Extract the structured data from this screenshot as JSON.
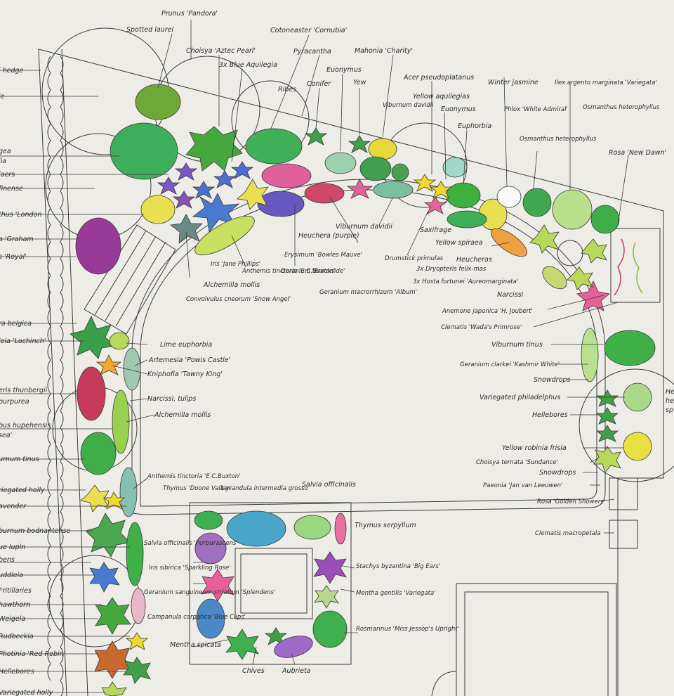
{
  "labels": {
    "hedge": "i hedge",
    "le": "le",
    "spotted_laurel": "Spotted laurel",
    "prunus": "Prunus 'Pandora'",
    "choisya_aztec": "Choisya 'Aztec Pearl'",
    "blue_aquilegia": "3x Blue Aquilegia",
    "cotoneaster": "Cotoneaster 'Cornubia'",
    "pyracantha": "Pyracantha",
    "mahonia": "Mahonia 'Charity'",
    "ribes": "Ribes",
    "conifer": "Conifer",
    "euonymus_top": "Euonymus",
    "yew": "Yew",
    "acer": "Acer pseudoplatanus",
    "yellow_aquilegias": "Yellow aquilegias",
    "euonymus_2": "Euonymus",
    "euphorbia": "Euphorbia",
    "viburnum_davidii_top": "Viburnum davidii",
    "winter_jasmine": "Winter jasmine",
    "phlox": "Phlox 'White Admiral'",
    "ilex": "Ilex argento marginata 'Variegata'",
    "osmanthus_1": "Osmanthus heterophyllus",
    "osmanthus_2": "Osmanthus heterophyllus",
    "rosa_newdawn": "Rosa 'New Dawn'",
    "laurus_cut": "gea",
    "la": "lia",
    "laers": "laers",
    "finense": "finense",
    "thus_london": "thus 'London",
    "graham": "a 'Graham",
    "royal": "s 'Royal'",
    "anthemis_1": "Anthemis tinctoria 'E.C.Buxton'",
    "erysimum": "Erysimum 'Bowles Mauve'",
    "heuchera_purple": "Heuchera (purple)",
    "viburnum_davidii_2": "Viburnum davidii",
    "saxifrage": "Saxifrage",
    "yellow_spiraea": "Yellow spiraea",
    "drumstick": "Drumstick primulas",
    "heucheras": "Heucheras",
    "dryopteris": "3x Dryopteris felix-mas",
    "hosta": "3x Hosta fortunei 'Aureomarginata'",
    "narcissi_1": "Narcissi",
    "iris_jane": "Iris 'Jane Phillips'",
    "geranium_brookside": "Geranium 'Brookside'",
    "alchemilla_1": "Alchemilla mollis",
    "convolvulus": "Convolvulus cneorum 'Snow Angel'",
    "geranium_macro": "Geranium macrorrhizum 'Album'",
    "anemone": "Anemone japonica 'H. Joubert'",
    "clematis_wada": "Clematis 'Wada's Primrose'",
    "viburnum_tinus_r": "Viburnum tinus",
    "geranium_clarkei": "Geranium clarkei 'Kashmir White'",
    "snowdrops_1": "Snowdrops",
    "variegated_philadelphus": "Variegated philadelphus",
    "hellebores_r": "Hellebores",
    "robinia": "Yellow robinia frisia",
    "choisya_sundance": "Choisya ternata 'Sundance'",
    "snowdrops_2": "Snowdrops",
    "paeonia": "Paeonia 'Jan van Leeuwen'",
    "rosa_golden": "Rosa 'Golden Showers'",
    "clematis_macro": "Clematis macropetala",
    "he_cut": "He",
    "he2_cut": "he",
    "sp_cut": "sp",
    "belgica": "ra belgica",
    "lochinch": "leia 'Lochinch'",
    "lime_euphorbia": "Lime euphorbia",
    "artemesia": "Artemesia 'Powis Castle'",
    "kniphofia": "Kniphofia 'Tawny King'",
    "berberis": "eris thunbergii",
    "purpurea": "purpurea",
    "narcissi_tulips": "Narcissi, tulips",
    "alchemilla_2": "Alchemilla mollis",
    "hupehensis": "bus hupehensis",
    "sea": "sea'",
    "urnum_tinus": "urnum tinus",
    "anthemis_2": "Anthemis tinctoria 'E.C.Buxton'",
    "holly": "riegated holly",
    "lavender": "avender",
    "bodnantense": "burnum bodnantense",
    "ue_lupin": "ue lupin",
    "bens": "bens",
    "uddleia": "uddleia",
    "fritillaries": "Fritillaries",
    "hawthorn": "hawthorn",
    "weigela": "Weigela",
    "rudbeckia": "Rudbeckia",
    "photinia": "Photinia 'Red Robin'",
    "hellebores_l": "Hellebores",
    "variegated_holly_b": "Variegated holly",
    "thymus_doone": "Thymus 'Doone Valley'",
    "lavandula": "Lavandula intermedia grosso",
    "salvia_off": "Salvia officinalis",
    "thymus_serp": "Thymus serpyllum",
    "salvia_purp": "Salvia officinalis 'Purpurascens'",
    "iris_sibirica": "Iris sibirica 'Sparkling Rose'",
    "geranium_sang": "Geranium sanguineum striatum 'Splendens'",
    "stachys": "Stachys byzantina 'Big Ears'",
    "mentha_gentilis": "Mentha gentilis 'Variegata'",
    "campanula": "Campanula carpatica 'Blue Clips'",
    "rosmarinus": "Rosmarinus 'Miss Jessop's Upright'",
    "mentha_spicata": "Mentha spicata",
    "chives": "Chives",
    "aubrieta": "Aubrieta"
  },
  "colors": {
    "paper": "#eeece6",
    "ink": "#3a3a3a",
    "green": "#4fae4a",
    "lime": "#b6d84a",
    "yellow": "#f1d93c",
    "blue": "#4a6fd0",
    "purple": "#8a4fb8",
    "pink": "#e85a9a",
    "red": "#c83a4a",
    "orange": "#f0a040",
    "teal": "#4fa6b8"
  }
}
